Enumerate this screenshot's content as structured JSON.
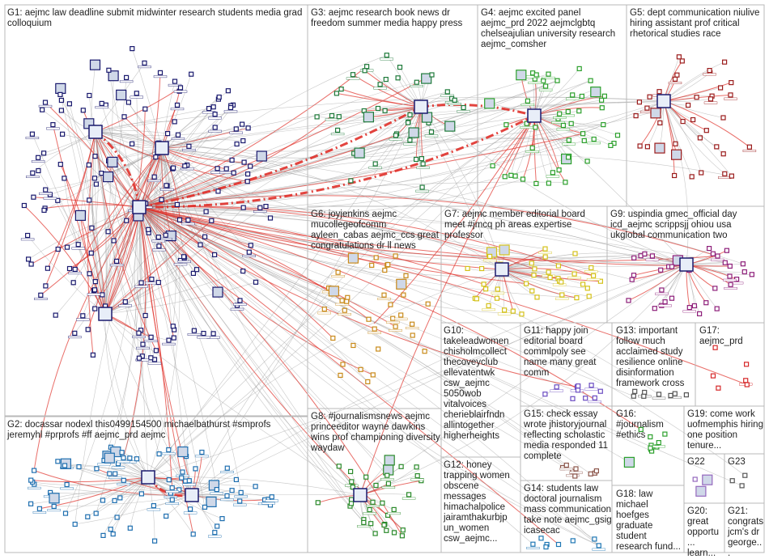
{
  "groups": [
    {
      "id": "G1",
      "label": "G1: aejmc law deadline submit midwinter research students media grad colloquium",
      "color": "#1a1a6e"
    },
    {
      "id": "G2",
      "label": "G2: docassar nodexl this0499154500 michaelbathurst #smprofs jeremyhl #prprofs #ff aejmc_prd aejmc",
      "color": "#1f6fb0"
    },
    {
      "id": "G3",
      "label": "G3: aejmc research book news dr freedom summer media happy press",
      "color": "#1e7a3a"
    },
    {
      "id": "G4",
      "label": "G4: aejmc excited panel aejmc_prd 2022 aejmclgbtq chelseajulian university research aejmc_comsher",
      "color": "#2ca02c"
    },
    {
      "id": "G5",
      "label": "G5: dept communication niulive hiring assistant prof critical rhetorical studies race",
      "color": "#9b1c1c"
    },
    {
      "id": "G6",
      "label": "G6: joyjenkins aejmc mucollegeofcomm ayleen_cabas aejmc_ccs great congratulations dr ll news",
      "color": "#c98a1a"
    },
    {
      "id": "G7",
      "label": "G7: aejmc member editorial board meet #jmcq ph areas expertise professor",
      "color": "#d4c21a"
    },
    {
      "id": "G8",
      "label": "G8: #journalismsnews aejmc princeeditor wayne dawkins wins prof championing diversity waydaw",
      "color": "#2b8a2b"
    },
    {
      "id": "G9",
      "label": "G9: uspindia gmec_official day icd_aejmc scrippsjj ohiou usa ukglobal communication two",
      "color": "#8e1f7a"
    },
    {
      "id": "G10",
      "label": "G10: takeleadwomen chisholmcollect thecoveyclub ellevatentwk csw_aejmc 5050wob vitalvoices cherieblairfndn allintogether higherheights",
      "color": "#7a3fa0"
    },
    {
      "id": "G11",
      "label": "G11: happy join editorial board commlpoly see name many great comm",
      "color": "#6b4cc2"
    },
    {
      "id": "G12",
      "label": "G12: honey trapping women obscene messages himachalpolice jairamthakurbjp un_women csw_aejmc...",
      "color": "#555555"
    },
    {
      "id": "G13",
      "label": "G13: important follow much acclaimed study resilience online disinformation framework cross",
      "color": "#555555"
    },
    {
      "id": "G14",
      "label": "G14: students law doctoral journalism mass communication take note aejmc_gsig icasecac",
      "color": "#1f77b4"
    },
    {
      "id": "G15",
      "label": "G15: check essay wrote jhistoryjournal reflecting scholastic media responded 11 complete",
      "color": "#8c564b"
    },
    {
      "id": "G16",
      "label": "G16: #journalism #ethics",
      "color": "#2ca02c"
    },
    {
      "id": "G17",
      "label": "G17: aejmc_prd",
      "color": "#d62728"
    },
    {
      "id": "G18",
      "label": "G18: law michael hoefges graduate student research fund...",
      "color": "#555555"
    },
    {
      "id": "G19",
      "label": "G19: come work uofmemphis hiring one position tenure...",
      "color": "#555555"
    },
    {
      "id": "G20",
      "label": "G20: great opportu... learn...",
      "color": "#555555"
    },
    {
      "id": "G21",
      "label": "G21: congrats jcm's dr george...",
      "color": "#555555"
    },
    {
      "id": "G22",
      "label": "G22",
      "color": "#9467bd"
    },
    {
      "id": "G23",
      "label": "G23",
      "color": "#555555"
    }
  ]
}
